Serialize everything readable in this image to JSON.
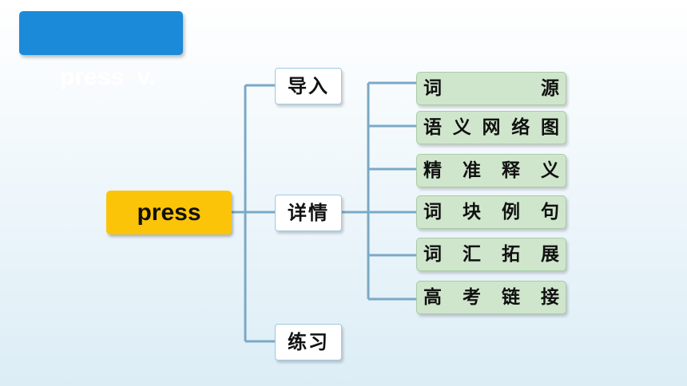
{
  "title": "press  v.",
  "root_label": "press",
  "branches": [
    {
      "label": "导入"
    },
    {
      "label": "详情"
    },
    {
      "label": "练习"
    }
  ],
  "details": [
    {
      "label": "词源"
    },
    {
      "label": "语义网络图"
    },
    {
      "label": "精准释义"
    },
    {
      "label": "词块例句"
    },
    {
      "label": "词汇拓展"
    },
    {
      "label": "高考链接"
    }
  ],
  "colors": {
    "title_bg": "#1b8ad8",
    "root_bg": "#fcc409",
    "detail_bg": "#cfe6cc",
    "connector": "#7aa9c6"
  }
}
